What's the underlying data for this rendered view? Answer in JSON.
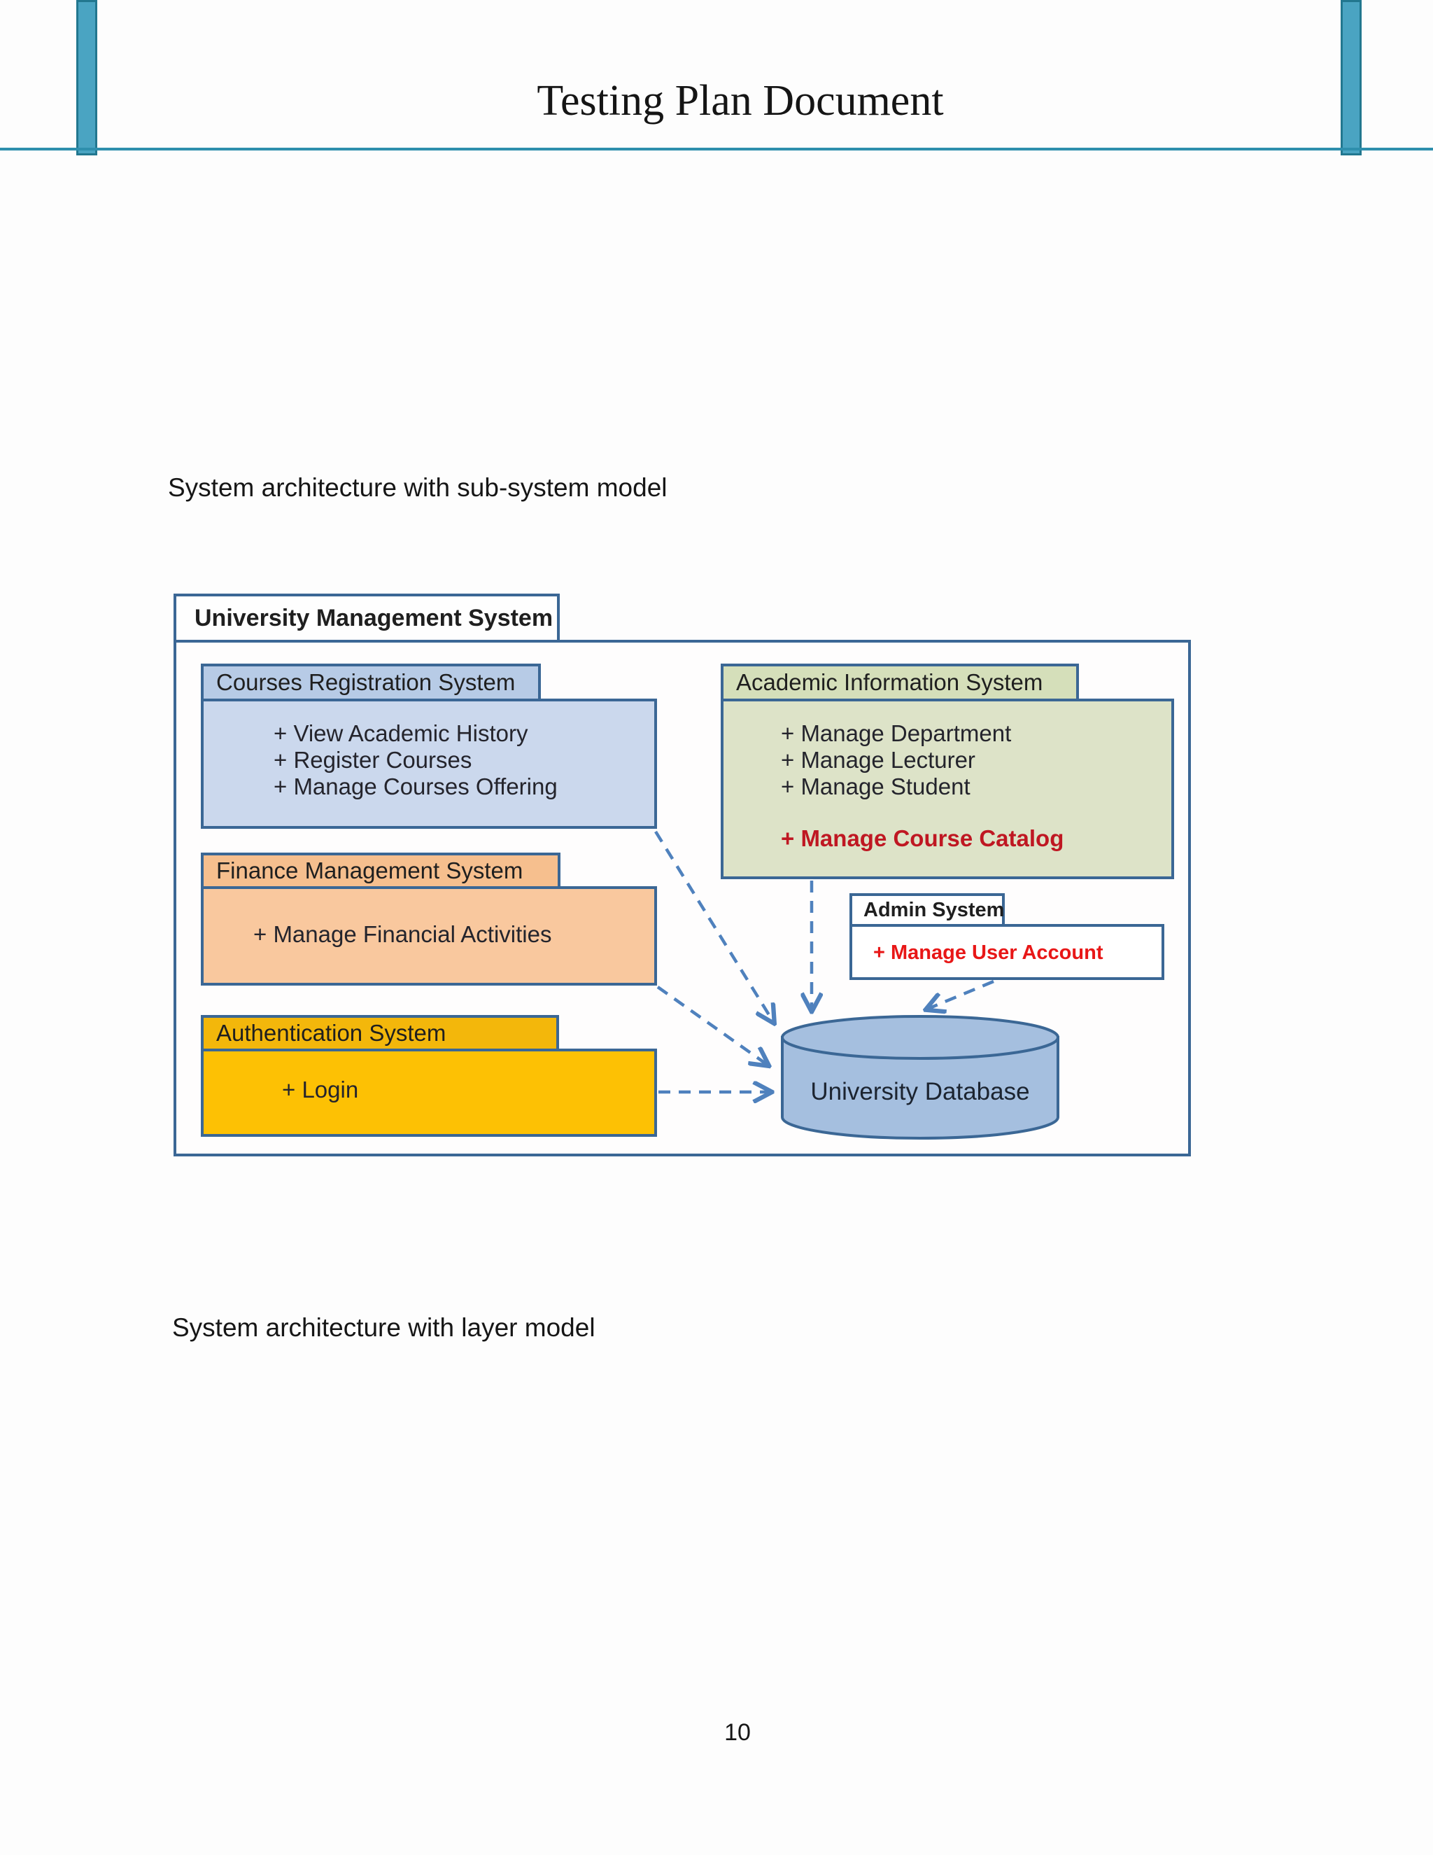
{
  "document": {
    "title": "Testing Plan Document",
    "caption_subsystem": "System architecture with sub-system model",
    "caption_layer": "System architecture with layer model",
    "page_number": "10"
  },
  "diagram": {
    "package_title": "University Management System",
    "courses": {
      "title": "Courses Registration System",
      "items": [
        "+ View Academic History",
        "+ Register Courses",
        "+ Manage Courses Offering"
      ]
    },
    "academic": {
      "title": "Academic Information System",
      "items": [
        "+ Manage Department",
        "+ Manage Lecturer",
        "+ Manage Student"
      ],
      "highlight": "+ Manage Course Catalog"
    },
    "finance": {
      "title": "Finance Management System",
      "items": [
        "+ Manage Financial Activities"
      ]
    },
    "auth": {
      "title": "Authentication System",
      "items": [
        "+ Login"
      ]
    },
    "admin": {
      "title": "Admin System",
      "highlight": "+ Manage User Account"
    },
    "database": {
      "label": "University Database"
    },
    "colors": {
      "page-bg": "#fdfdfd",
      "border": "#3b6795",
      "dash": "#4f81bd",
      "courses-header": "#b7cbe6",
      "courses-body": "#cbd8ed",
      "academic-header": "#d5dfba",
      "academic-body": "#dde3c8",
      "finance-header": "#f6bf8e",
      "finance-body": "#f9c89e",
      "auth-header": "#f3b70b",
      "auth-body": "#fdc104",
      "db-fill": "#a5bfdf",
      "red-catalog": "#bf1722",
      "red-account": "#e81717",
      "teal-bar": "#4aa4c2",
      "teal-bar-border": "#22778f",
      "teal-line": "#2e8fad",
      "ink": "#1f1f1f"
    }
  }
}
